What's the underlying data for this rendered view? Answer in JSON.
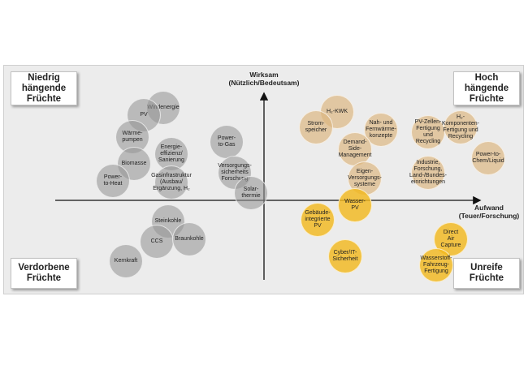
{
  "quadrants": {
    "top_left": "Niedrig\nhängende\nFrüchte",
    "top_right": "Hoch\nhängende\nFrüchte",
    "bottom_left": "Verdorbene\nFrüchte",
    "bottom_right": "Unreife\nFrüchte"
  },
  "axes": {
    "y_label": "Wirksam\n(Nützlich/Bedeutsam)",
    "x_label": "Aufwand\n(Teuer/Forschung)"
  },
  "colors": {
    "grey": "#969696",
    "tan": "#dbb57f",
    "yellow": "#f2b81e",
    "axis": "#111111"
  },
  "bubbles": [
    {
      "label": "Windenergie",
      "x": -6.2,
      "y": 7.6,
      "color": "grey"
    },
    {
      "label": "PV",
      "x": -7.4,
      "y": 7.0,
      "color": "grey"
    },
    {
      "label": "Wärme-\npumpen",
      "x": -8.1,
      "y": 5.2,
      "color": "grey"
    },
    {
      "label": "Energie-\neffizienz/\nSanierung",
      "x": -5.7,
      "y": 3.8,
      "color": "grey"
    },
    {
      "label": "Power-\nto-Gas",
      "x": -2.3,
      "y": 4.8,
      "color": "grey"
    },
    {
      "label": "Biomasse",
      "x": -8.0,
      "y": 3.0,
      "color": "grey"
    },
    {
      "label": "Versorgungs-\nsicherheits\nForschung",
      "x": -1.8,
      "y": 2.3,
      "color": "grey"
    },
    {
      "label": "Power-\nto-Heat",
      "x": -9.3,
      "y": 1.6,
      "color": "grey"
    },
    {
      "label": "Gasinfrastruktur\n(Ausbau/\nErgänzung, H₂",
      "x": -5.7,
      "y": 1.5,
      "color": "grey"
    },
    {
      "label": "Solar-\nthermie",
      "x": -0.8,
      "y": 0.6,
      "color": "grey"
    },
    {
      "label": "Steinkohle",
      "x": -5.9,
      "y": -1.7,
      "color": "grey"
    },
    {
      "label": "CCS",
      "x": -6.6,
      "y": -3.4,
      "color": "grey"
    },
    {
      "label": "Braunkohle",
      "x": -4.6,
      "y": -3.2,
      "color": "grey"
    },
    {
      "label": "Kernkraft",
      "x": -8.5,
      "y": -5.0,
      "color": "grey"
    },
    {
      "label": "H₂-KWK",
      "x": 4.5,
      "y": 7.3,
      "color": "tan"
    },
    {
      "label": "Strom-\nspeicher",
      "x": 3.2,
      "y": 6.0,
      "color": "tan"
    },
    {
      "label": "Nah- und\nFernwärme-\nkonzepte",
      "x": 7.2,
      "y": 5.8,
      "color": "tan"
    },
    {
      "label": "PV-Zellen-\nFertigung und\nRecycling",
      "x": 10.1,
      "y": 5.6,
      "color": "tan"
    },
    {
      "label": "H₂-Komponenten-\nFertigung und\nRecycling",
      "x": 12.1,
      "y": 6.0,
      "color": "tan"
    },
    {
      "label": "Demand-\nSide-\nManagement",
      "x": 5.6,
      "y": 4.2,
      "color": "tan"
    },
    {
      "label": "Power-to-\nChem/Liquid",
      "x": 13.8,
      "y": 3.5,
      "color": "tan"
    },
    {
      "label": "Industrie,\nForschung,\nLand-/Bundes-\neinrichtungen",
      "x": 10.1,
      "y": 2.3,
      "color": "tan"
    },
    {
      "label": "Eigen-\nVersorgungs-\nsysteme",
      "x": 6.2,
      "y": 1.8,
      "color": "tan"
    },
    {
      "label": "Wasser-\nPV",
      "x": 5.6,
      "y": -0.4,
      "color": "yellow"
    },
    {
      "label": "Gebäude-\nintegrierte\nPV",
      "x": 3.3,
      "y": -1.6,
      "color": "yellow"
    },
    {
      "label": "Direct\nAir\nCapture",
      "x": 11.5,
      "y": -3.2,
      "color": "yellow"
    },
    {
      "label": "Cyber/IT-\nSicherheit",
      "x": 5.0,
      "y": -4.6,
      "color": "yellow"
    },
    {
      "label": "Wasserstoff-\nFahrzeug-\nFertigung",
      "x": 10.6,
      "y": -5.3,
      "color": "yellow"
    }
  ]
}
